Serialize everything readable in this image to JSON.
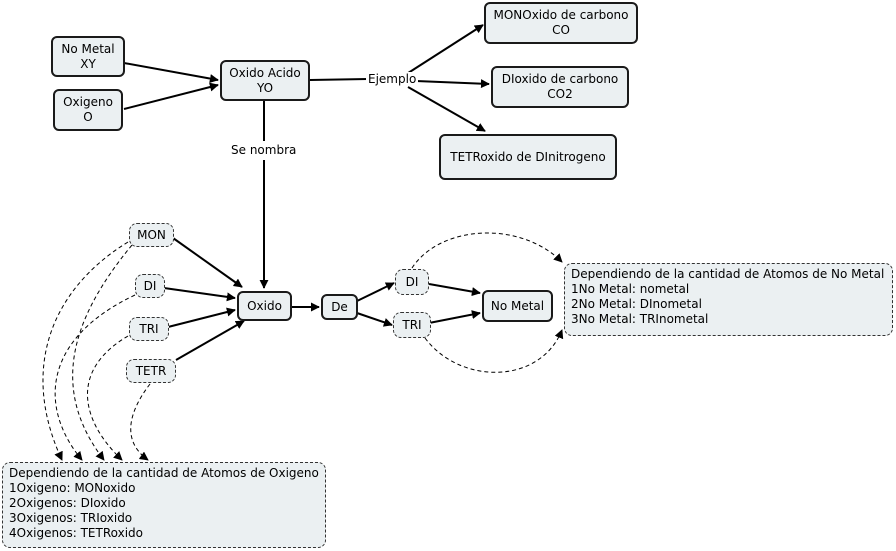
{
  "nodes": {
    "no_metal": [
      "No Metal",
      "XY"
    ],
    "oxigeno": [
      "Oxigeno",
      "O"
    ],
    "oxido_acido": [
      "Oxido Acido",
      "YO"
    ],
    "monoxido": [
      "MONOxido de carbono",
      "CO"
    ],
    "dioxido": [
      "DIoxido de carbono",
      "CO2"
    ],
    "tetroxido": [
      "TETRoxido de DInitrogeno"
    ],
    "mon": [
      "MON"
    ],
    "di_left": [
      "DI"
    ],
    "tri_left": [
      "TRI"
    ],
    "tetr": [
      "TETR"
    ],
    "oxido": [
      "Oxido"
    ],
    "de": [
      "De"
    ],
    "di_right": [
      "DI"
    ],
    "tri_right": [
      "TRI"
    ],
    "no_metal_2": [
      "No Metal"
    ],
    "note_no_metal": [
      "Dependiendo de la cantidad de Atomos de No Metal",
      "1No Metal: nometal",
      "2No Metal: DInometal",
      "3No Metal: TRInometal"
    ],
    "note_oxigeno": [
      "Dependiendo de la cantidad de Atomos de Oxigeno",
      "1Oxigeno: MONoxido",
      "2Oxigenos: DIoxido",
      "3Oxigenos: TRIoxido",
      "4Oxigenos: TETRoxido"
    ]
  },
  "link_labels": {
    "ejemplo": "Ejemplo",
    "se_nombra": "Se nombra"
  },
  "colors": {
    "node_fill": "#ebf0f2",
    "node_border": "#1a1a1a",
    "line": "#000000"
  }
}
